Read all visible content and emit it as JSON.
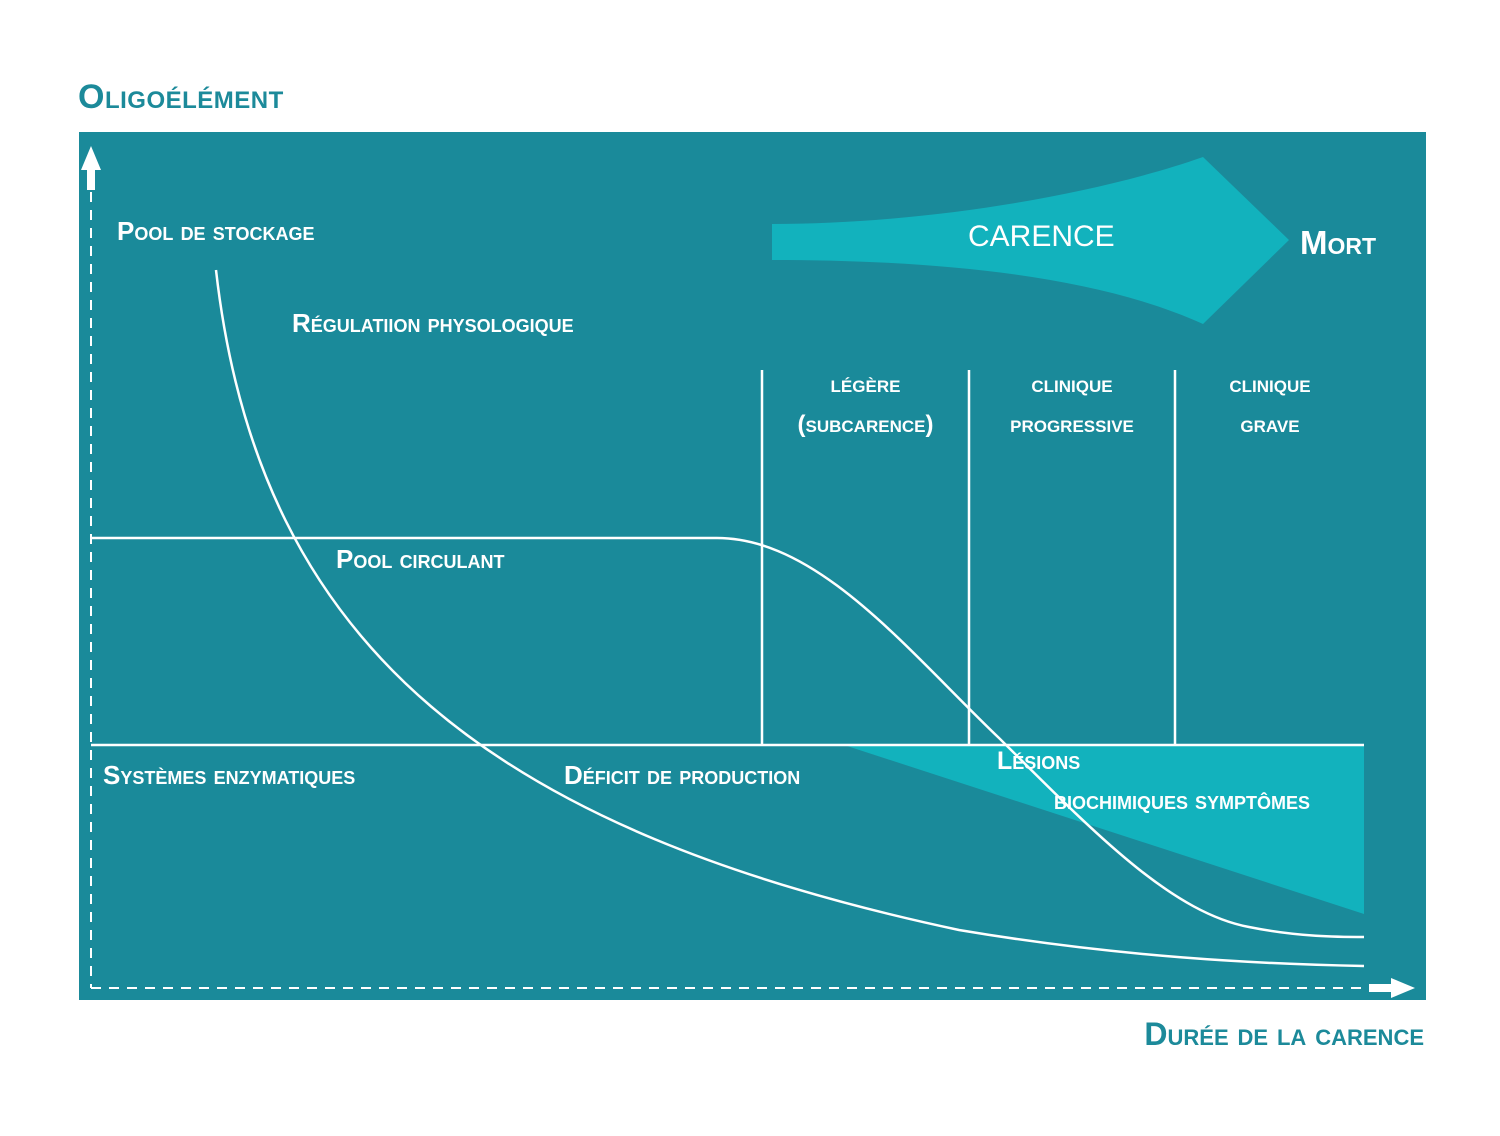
{
  "axes": {
    "y_label": "Oligoélément",
    "x_label": "Durée de la carence"
  },
  "labels": {
    "pool_stockage": "Pool de stockage",
    "regulation": "Régulatiion physologique",
    "pool_circulant": "Pool circulant",
    "systemes": "Systèmes enzymatiques",
    "deficit": "Déficit de production",
    "lesions": "Lésions",
    "biochimiques": "biochimiques symptômes"
  },
  "carence": {
    "label": "CARENCE",
    "end_label": "Mort"
  },
  "phases": [
    {
      "line1": "légère",
      "line2": "(subcarence)"
    },
    {
      "line1": "clinique",
      "line2": "progressive"
    },
    {
      "line1": "clinique",
      "line2": "grave"
    }
  ],
  "colors": {
    "panel": "#1a8a9a",
    "accent": "#12b2bd",
    "title": "#1c8a9a",
    "line": "#ffffff"
  }
}
